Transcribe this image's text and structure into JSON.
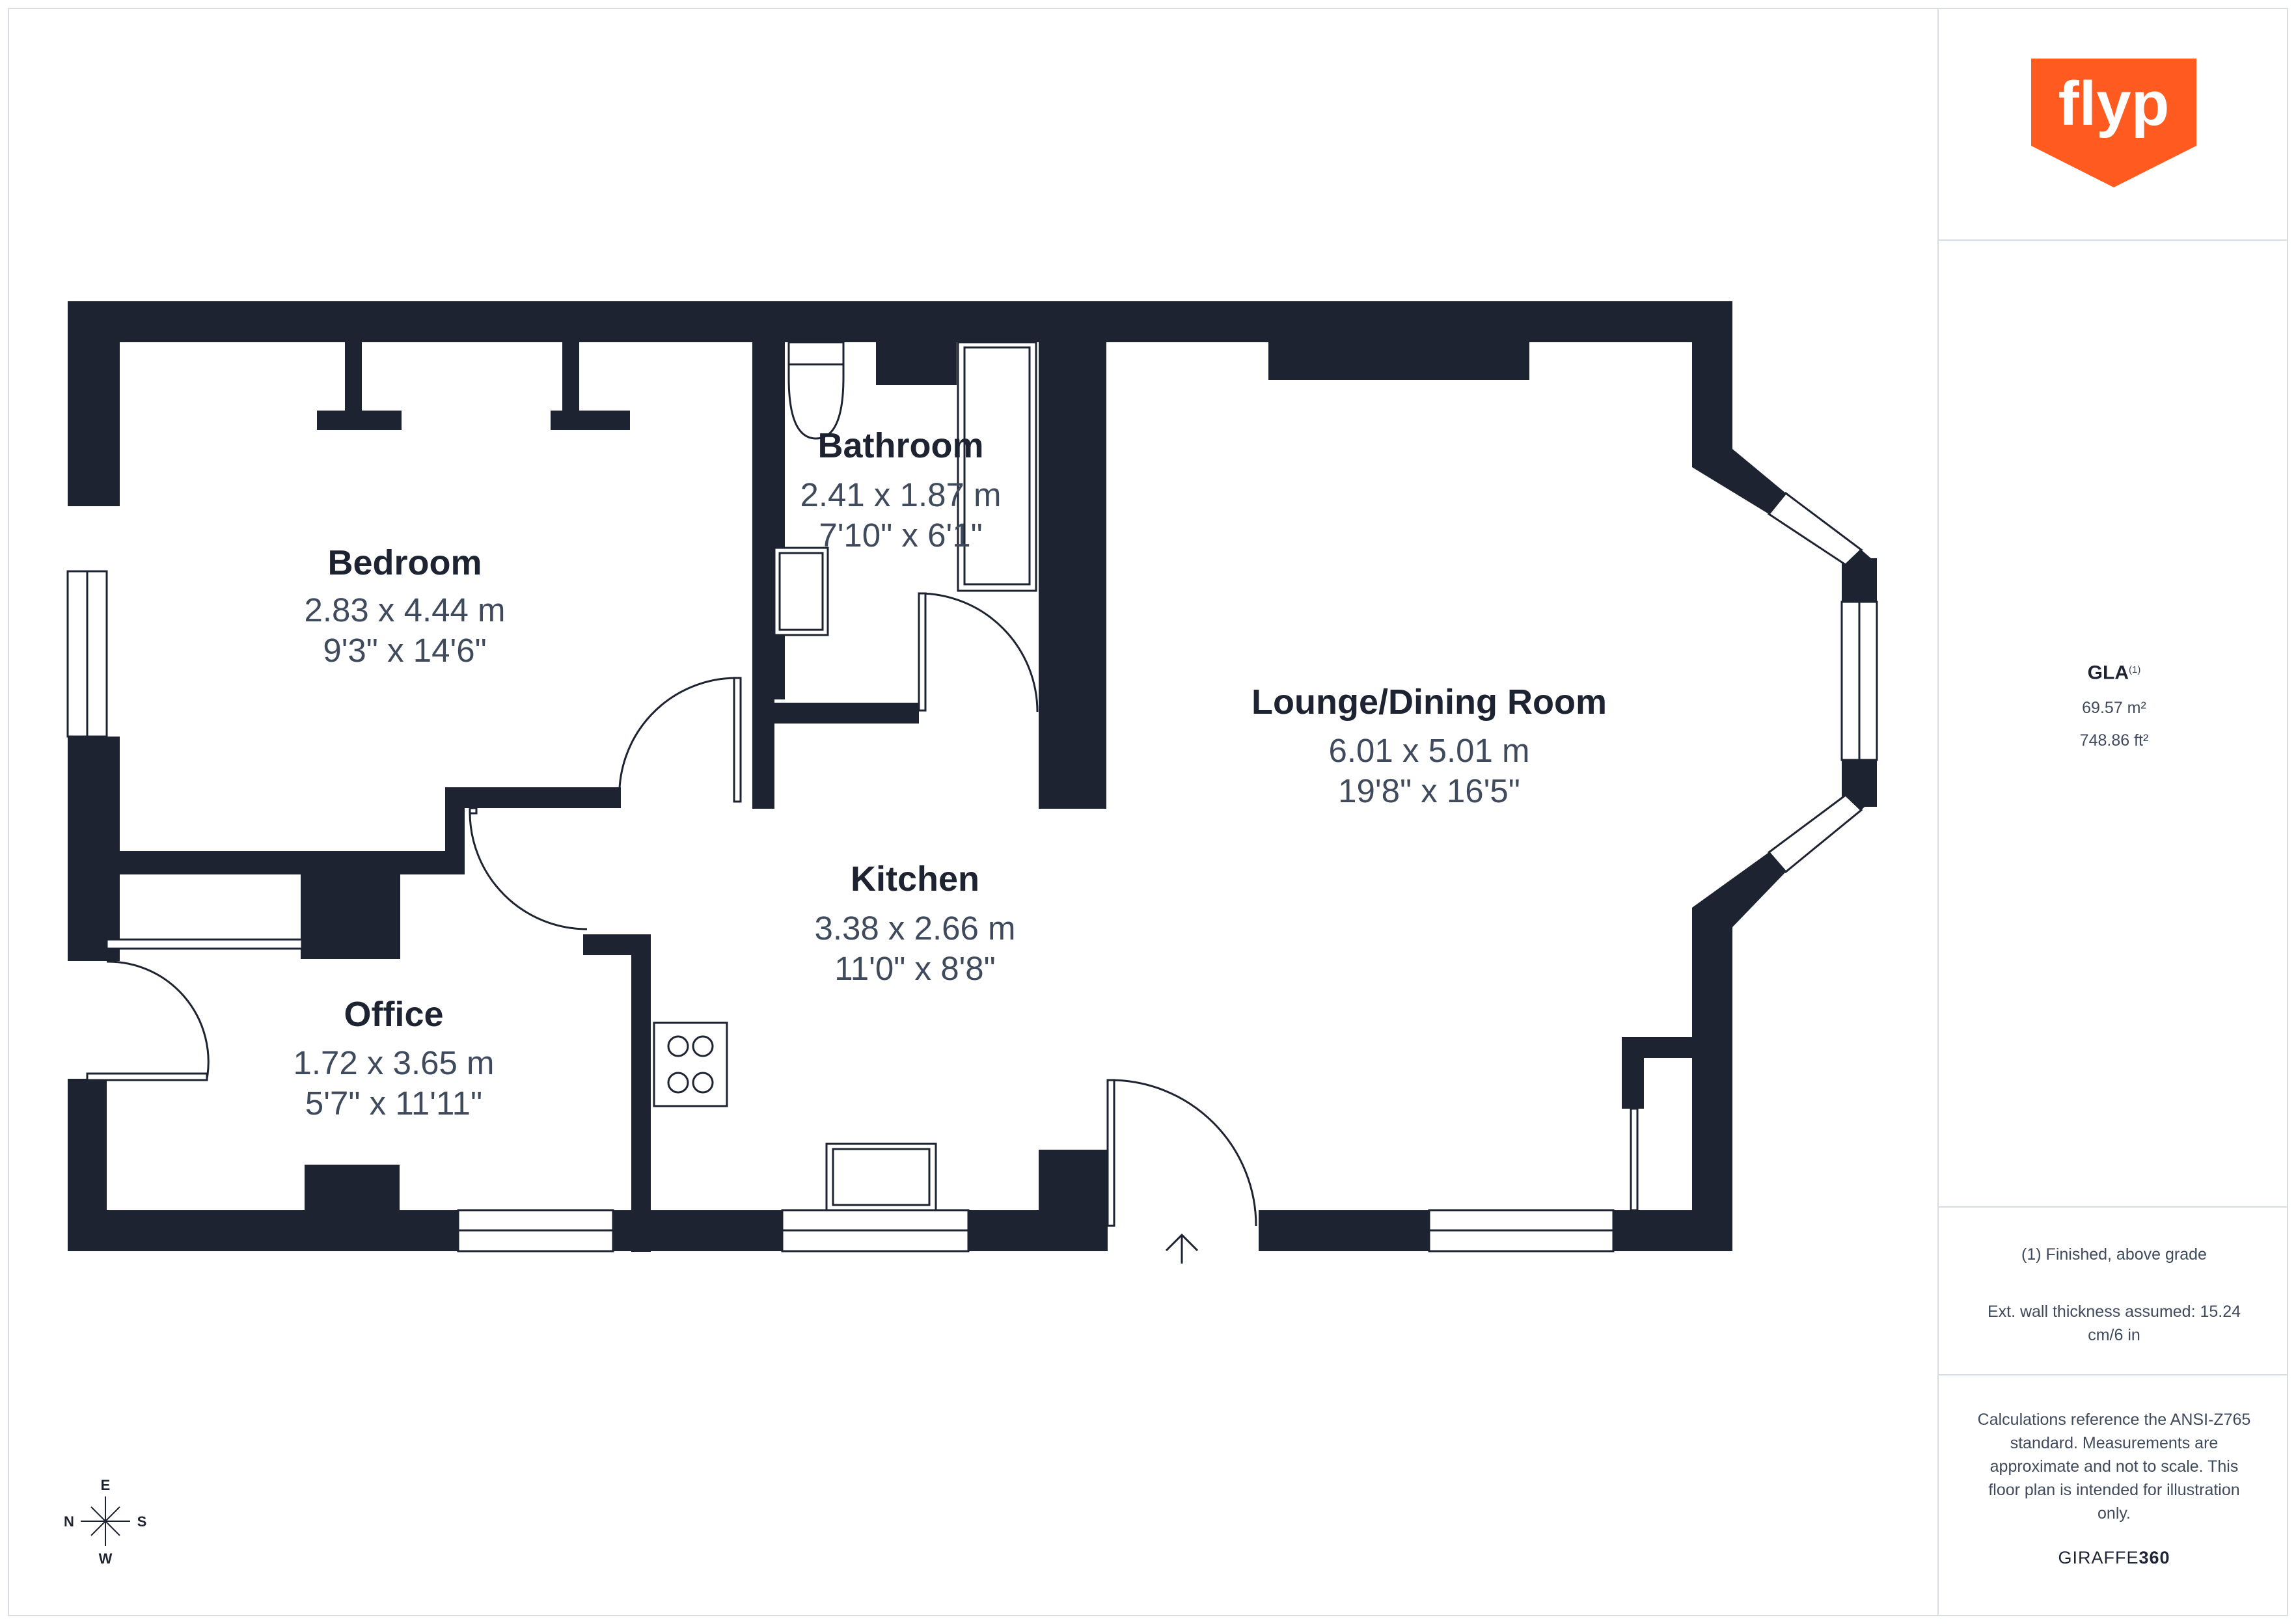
{
  "logo": {
    "text": "flyp",
    "color": "#ff5a1f"
  },
  "colors": {
    "wall": "#1d2330",
    "text_dim": "#3f4a5c",
    "divider": "#d9dce1"
  },
  "rooms": {
    "bedroom": {
      "name": "Bedroom",
      "metric": "2.83 x 4.44 m",
      "imperial": "9'3\" x 14'6\""
    },
    "bathroom": {
      "name": "Bathroom",
      "metric": "2.41 x 1.87 m",
      "imperial": "7'10\" x 6'1\""
    },
    "lounge": {
      "name": "Lounge/Dining Room",
      "metric": "6.01 x 5.01 m",
      "imperial": "19'8\" x 16'5\""
    },
    "kitchen": {
      "name": "Kitchen",
      "metric": "3.38 x 2.66 m",
      "imperial": "11'0\" x 8'8\""
    },
    "office": {
      "name": "Office",
      "metric": "1.72 x 3.65 m",
      "imperial": "5'7\" x 11'11\""
    }
  },
  "compass": {
    "e": "E",
    "w": "W",
    "n": "N",
    "s": "S"
  },
  "sidebar": {
    "gla_label": "GLA",
    "gla_note_ref": "(1)",
    "area_m2": "69.57 m²",
    "area_ft2": "748.86 ft²",
    "footnote": "(1) Finished, above grade",
    "wall_note": "Ext. wall thickness assumed: 15.24 cm/6 in",
    "disclaimer": "Calculations reference the ANSI-Z765 standard. Measurements are approximate and not to scale. This floor plan is intended for illustration only.",
    "brand_light": "GIRAFFE",
    "brand_bold": "360"
  }
}
